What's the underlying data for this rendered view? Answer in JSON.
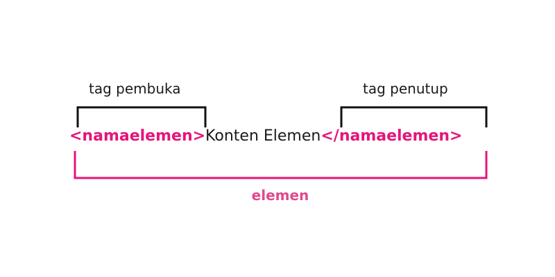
{
  "labels": {
    "opening_tag_label": "tag pembuka",
    "closing_tag_label": "tag penutup",
    "element_label": "elemen"
  },
  "code": {
    "opening_tag": "<namaelemen>",
    "content": "Konten Elemen",
    "closing_tag": "</namaelemen>"
  },
  "colors": {
    "tag_color": "#e5157a",
    "element_label_color": "#e04a8c",
    "text_color": "#1a1a1a",
    "bracket_top_color": "#111111",
    "bracket_bottom_color": "#e5157a"
  }
}
